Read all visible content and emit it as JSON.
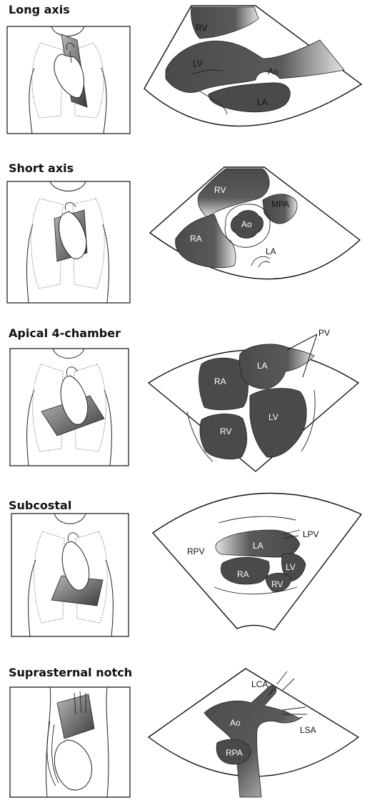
{
  "figure": {
    "panels": [
      {
        "id": "long-axis",
        "title": "Long axis",
        "labels": {
          "rv": "RV",
          "lv": "LV",
          "ao": "Ao",
          "la": "LA"
        }
      },
      {
        "id": "short-axis",
        "title": "Short axis",
        "labels": {
          "rv": "RV",
          "mpa": "MPA",
          "ao": "Ao",
          "ra": "RA",
          "la": "LA"
        }
      },
      {
        "id": "apical-4-chamber",
        "title": "Apical 4-chamber",
        "labels": {
          "pv": "PV",
          "la": "LA",
          "ra": "RA",
          "lv": "LV",
          "rv": "RV"
        }
      },
      {
        "id": "subcostal",
        "title": "Subcostal",
        "labels": {
          "rpv": "RPV",
          "lpv": "LPV",
          "la": "LA",
          "ra": "RA",
          "lv": "LV",
          "rv": "RV"
        }
      },
      {
        "id": "suprasternal-notch",
        "title": "Suprasternal notch",
        "labels": {
          "lca": "LCA",
          "ao": "Ao",
          "lsa": "LSA",
          "rpa": "RPA"
        }
      }
    ]
  },
  "colors": {
    "ink": "#111111",
    "cavity_dark": "#4a4a4a",
    "cavity_light": "#d8d8d8",
    "background": "#ffffff"
  }
}
